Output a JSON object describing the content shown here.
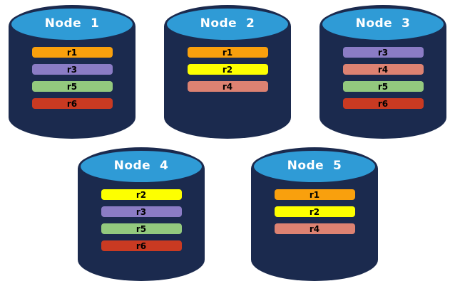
{
  "diagram": {
    "kind": "database-replica-distribution",
    "background": "#FFFFFF"
  },
  "palette": {
    "cylinder_body": "#1B2A4E",
    "cylinder_top": "#2F9BD6",
    "cylinder_top_border": "#1B2A4E",
    "title_text": "#FFFFFF",
    "bar_text": "#000000"
  },
  "replica_colors": {
    "r1": "#F9A00D",
    "r2": "#FDFF00",
    "r3": "#8B7CC5",
    "r4": "#DD8272",
    "r5": "#93C97E",
    "r6": "#C93A22"
  },
  "nodes": [
    {
      "label": "Node  1",
      "replicas": [
        "r1",
        "r3",
        "r5",
        "r6"
      ]
    },
    {
      "label": "Node  2",
      "replicas": [
        "r1",
        "r2",
        "r4"
      ]
    },
    {
      "label": "Node  3",
      "replicas": [
        "r3",
        "r4",
        "r5",
        "r6"
      ]
    },
    {
      "label": "Node  4",
      "replicas": [
        "r2",
        "r3",
        "r5",
        "r6"
      ]
    },
    {
      "label": "Node  5",
      "replicas": [
        "r1",
        "r2",
        "r4"
      ]
    }
  ]
}
